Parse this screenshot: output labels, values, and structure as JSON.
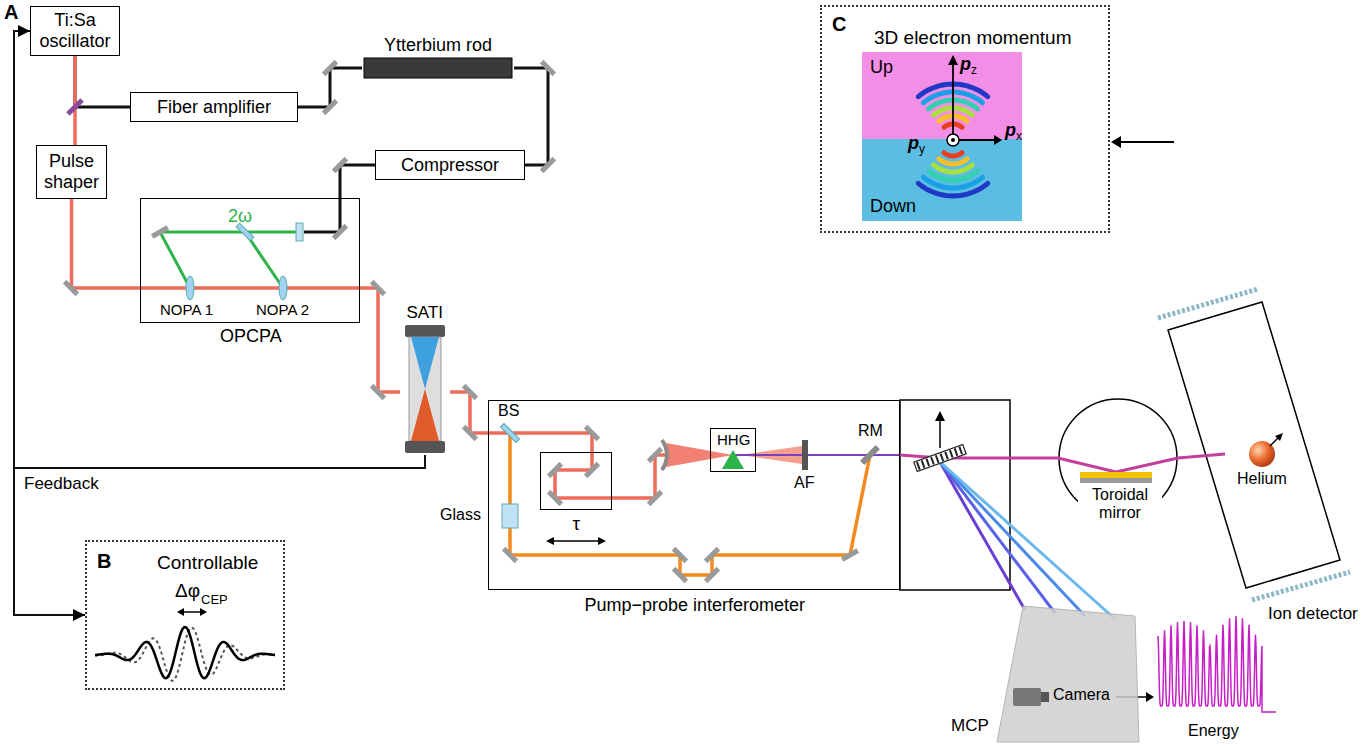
{
  "diagram": {
    "nodes": [
      {
        "text": [
          "Ti:Sa oscillator"
        ]
      },
      {
        "text": [
          "Fiber amplifier"
        ]
      },
      {
        "text": [
          "Ytterbium rod"
        ]
      },
      {
        "text": [
          "Compressor"
        ]
      },
      {
        "text": [
          "Pulse shaper"
        ]
      },
      {
        "text": [
          "OPCPA"
        ]
      },
      {
        "text": [
          "SATI"
        ]
      },
      {
        "text": [
          "Pump−probe interferometer"
        ]
      },
      {
        "text": [
          "τ"
        ],
        "in": 7
      },
      {
        "text": [
          "HHG"
        ],
        "in": 7
      },
      {
        "text": [
          "C",
          "3D electron momentum"
        ]
      },
      {
        "text": [
          "Up"
        ],
        "in": 10
      },
      {
        "text": [
          "Down"
        ],
        "in": 10
      },
      {
        "text": [
          "Toroidal mirror"
        ]
      },
      {
        "text": [
          "Helium"
        ]
      },
      {
        "text": [
          "MCP",
          "Camera"
        ]
      },
      {
        "text": [
          "B",
          "Controllable",
          "Δφ",
          "CEP"
        ]
      }
    ],
    "edges": [
      {
        "from": 0,
        "to": 1,
        "arrow": "none"
      },
      {
        "from": 1,
        "to": 2,
        "arrow": "none"
      },
      {
        "from": 2,
        "to": 3,
        "arrow": "none"
      },
      {
        "from": 3,
        "to": 5,
        "arrow": "none"
      },
      {
        "from": 0,
        "to": 4,
        "arrow": "none"
      },
      {
        "from": 4,
        "to": 5,
        "arrow": "none"
      },
      {
        "from": 5,
        "to": 6,
        "arrow": "none"
      },
      {
        "from": 6,
        "to": 0,
        "arrow": "to"
      },
      {
        "from": 6,
        "to": 16,
        "arrow": "to"
      },
      {
        "from": 6,
        "to": 7,
        "arrow": "none"
      },
      {
        "from": 7,
        "to": 13,
        "arrow": "none"
      },
      {
        "from": 13,
        "to": 14,
        "arrow": "none"
      }
    ],
    "labels": [
      "A",
      "2ω",
      "NOPA 1",
      "NOPA 2",
      "Feedback",
      "BS",
      "Glass",
      "AF",
      "RM",
      "p",
      "z",
      "p",
      "y",
      "p",
      "x",
      "Ion detector",
      "Energy"
    ]
  }
}
